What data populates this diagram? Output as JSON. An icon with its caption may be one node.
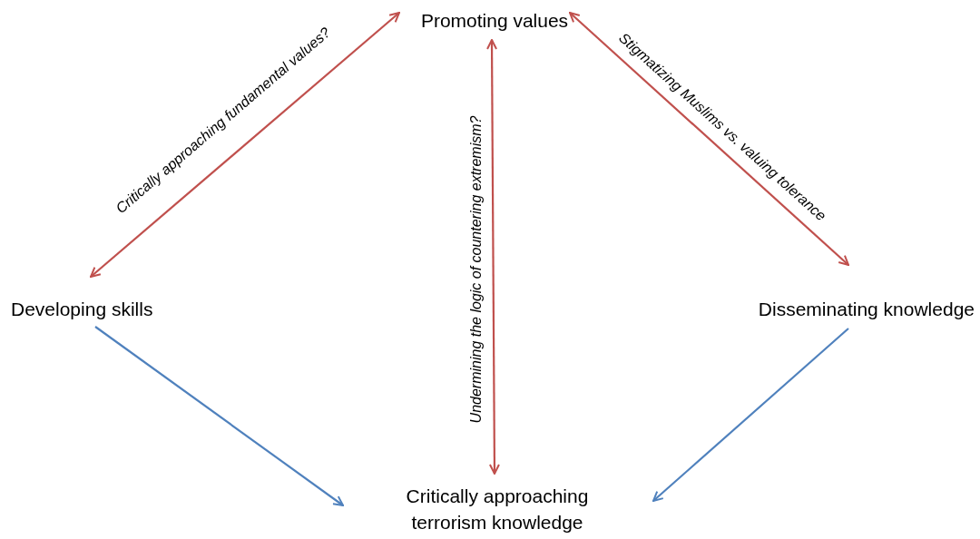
{
  "diagram": {
    "nodes": [
      {
        "text": [
          "Promoting values"
        ]
      },
      {
        "text": [
          "Developing skills"
        ]
      },
      {
        "text": [
          "Disseminating knowledge"
        ]
      },
      {
        "text": [
          "Critically approaching terrorism knowledge"
        ]
      }
    ],
    "edges": [
      {
        "from": 1,
        "to": 0,
        "arrow": "both",
        "label": "Critically approaching fundamental values?"
      },
      {
        "from": 3,
        "to": 0,
        "arrow": "both",
        "label": "Undermining the logic of countering extremism?"
      },
      {
        "from": 0,
        "to": 2,
        "arrow": "both",
        "label": "Stigmatizing Muslims vs. valuing tolerance"
      },
      {
        "from": 1,
        "to": 3,
        "arrow": "to",
        "color": "#4f81bd"
      },
      {
        "from": 2,
        "to": 3,
        "arrow": "to",
        "color": "#4f81bd"
      }
    ]
  }
}
